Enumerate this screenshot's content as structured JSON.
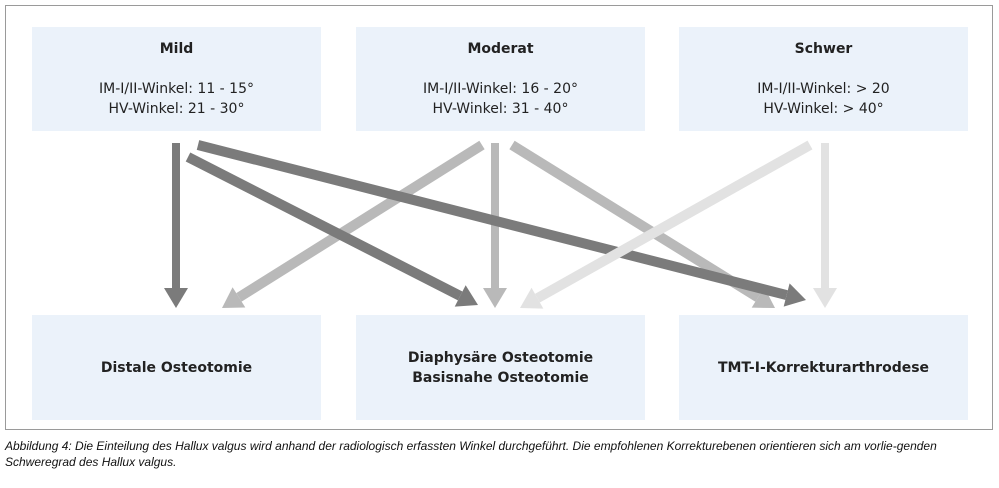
{
  "severity": [
    {
      "title": "Mild",
      "im": "IM-I/II-Winkel: 11 - 15°",
      "hv": "HV-Winkel: 21 - 30°"
    },
    {
      "title": "Moderat",
      "im": "IM-I/II-Winkel: 16 - 20°",
      "hv": "HV-Winkel: 31 - 40°"
    },
    {
      "title": "Schwer",
      "im": "IM-I/II-Winkel: > 20",
      "hv": "HV-Winkel: > 40°"
    }
  ],
  "procedures": [
    {
      "lines": [
        "Distale Osteotomie"
      ]
    },
    {
      "lines": [
        "Diaphysäre Osteotomie",
        "Basisnahe Osteotomie"
      ]
    },
    {
      "lines": [
        "TMT-I-Korrekturarthrodese"
      ]
    }
  ],
  "arrow_colors": {
    "mild": "#7b7b7b",
    "moderat": "#b9b9b9",
    "schwer": "#e2e2e2"
  },
  "links": {
    "mild": [
      "Distale Osteotomie",
      "Diaphysäre Osteotomie",
      "TMT-I-Korrekturarthrodese"
    ],
    "moderat": [
      "Distale Osteotomie",
      "Diaphysäre Osteotomie",
      "TMT-I-Korrekturarthrodese"
    ],
    "schwer": [
      "Diaphysäre Osteotomie",
      "TMT-I-Korrekturarthrodese"
    ]
  },
  "caption": "Abbildung 4: Die Einteilung des Hallux valgus wird anhand der radiologisch erfassten Winkel durchgeführt. Die empfohlenen Korrekturebenen orientieren sich am vorlie-genden Schweregrad des Hallux valgus."
}
